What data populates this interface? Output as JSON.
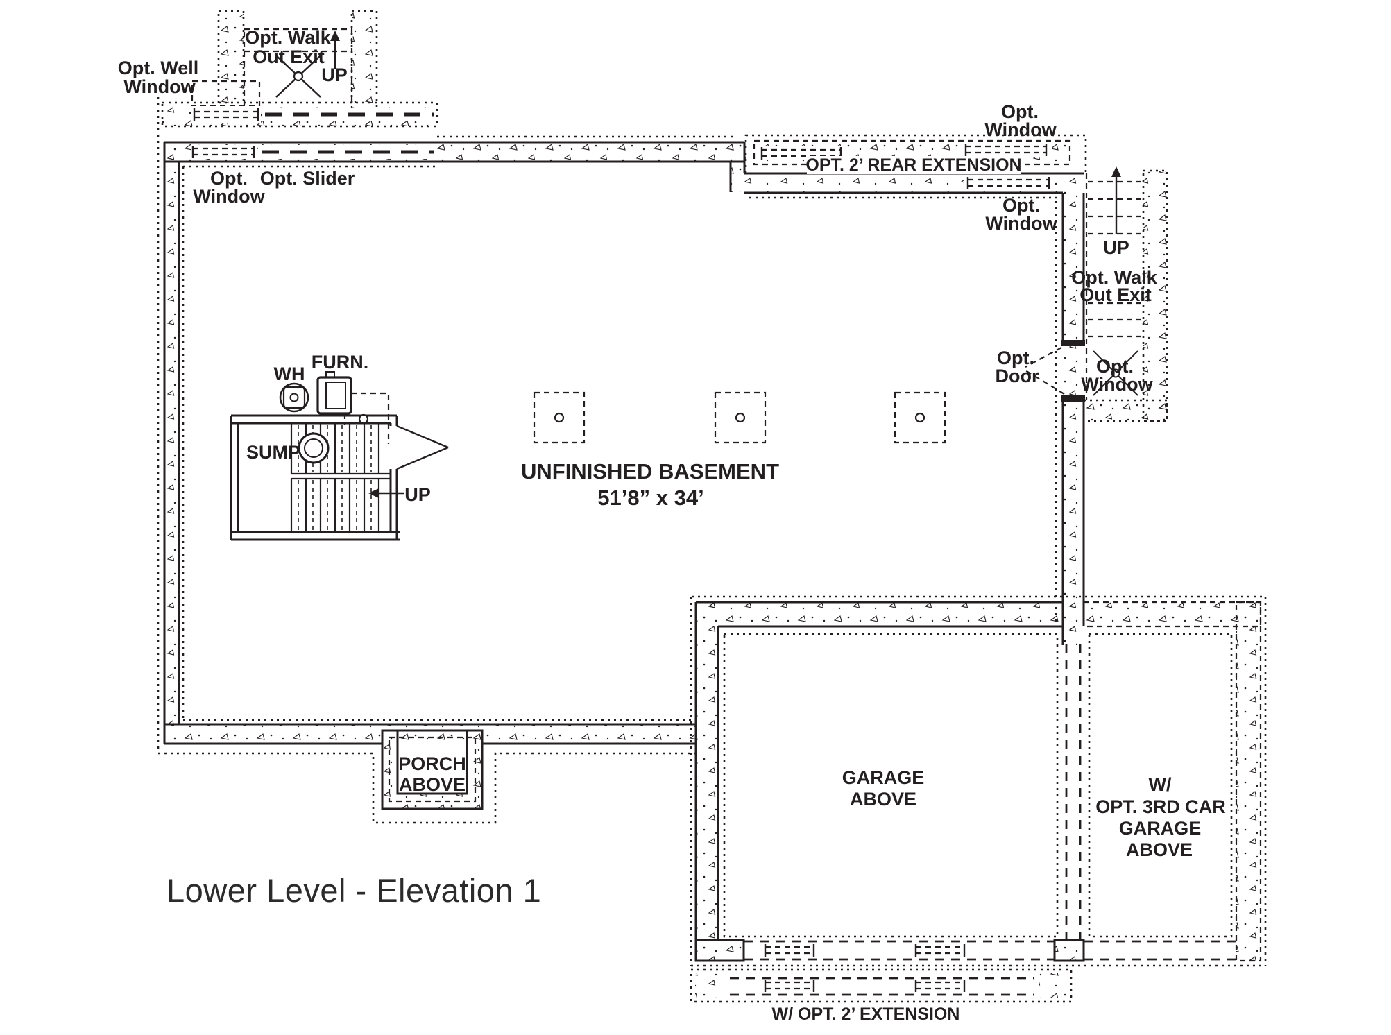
{
  "page": {
    "background": "#ffffff",
    "ink_color": "#231f20"
  },
  "title_block": {
    "title": "Lower Level - Elevation 1"
  },
  "room": {
    "name": "UNFINISHED BASEMENT",
    "dimensions": "51’8” x 34’"
  },
  "annotations": {
    "opt_walk_out_top_line1": "Opt. Walk",
    "opt_walk_out_top_line2": "Out Exit",
    "up_top_stair": "UP",
    "opt_well_window_line1": "Opt. Well",
    "opt_well_window_line2": "Window",
    "opt_window_left_line1": "Opt.",
    "opt_window_left_line2": "Window",
    "opt_slider": "Opt. Slider",
    "rear_extension": "OPT. 2’ REAR EXTENSION",
    "opt_window_topright_line1": "Opt.",
    "opt_window_topright_line2": "Window",
    "opt_window_right_line1": "Opt.",
    "opt_window_right_line2": "Window",
    "up_right_stair": "UP",
    "opt_walk_out_right_line1": "Opt. Walk",
    "opt_walk_out_right_line2": "Out Exit",
    "opt_window_stair_line1": "Opt.",
    "opt_window_stair_line2": "Window",
    "opt_door_line1": "Opt.",
    "opt_door_line2": "Door",
    "water_heater": "WH",
    "furnace": "FURN.",
    "sump": "SUMP",
    "up_center_stair": "UP",
    "porch_line1": "PORCH",
    "porch_line2": "ABOVE",
    "garage_line1": "GARAGE",
    "garage_line2": "ABOVE",
    "third_car_line1": "W/",
    "third_car_line2": "OPT. 3RD CAR",
    "third_car_line3": "GARAGE",
    "third_car_line4": "ABOVE",
    "bottom_extension": "W/ OPT. 2’ EXTENSION"
  }
}
